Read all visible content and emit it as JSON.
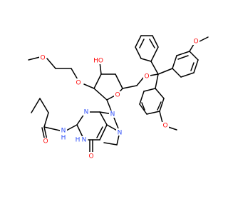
{
  "molecule": {
    "colors": {
      "bond": "#000000",
      "oxygen": "#ff0d0d",
      "nitrogen": "#3050f8",
      "background": "#ffffff"
    },
    "labels": {
      "O_methoxy_chain": "O",
      "O_ether": "O",
      "OH": "HO",
      "O_trityl_ether": "O",
      "O_methoxy_top": "O",
      "O_methoxy_bottom": "O",
      "O_ring": "O",
      "N_amide": "N",
      "H_amide": "H",
      "O_amide": "O",
      "N3": "N",
      "N9": "N",
      "N7": "N",
      "N1": "N",
      "H_N1": "H",
      "O6": "O"
    }
  }
}
